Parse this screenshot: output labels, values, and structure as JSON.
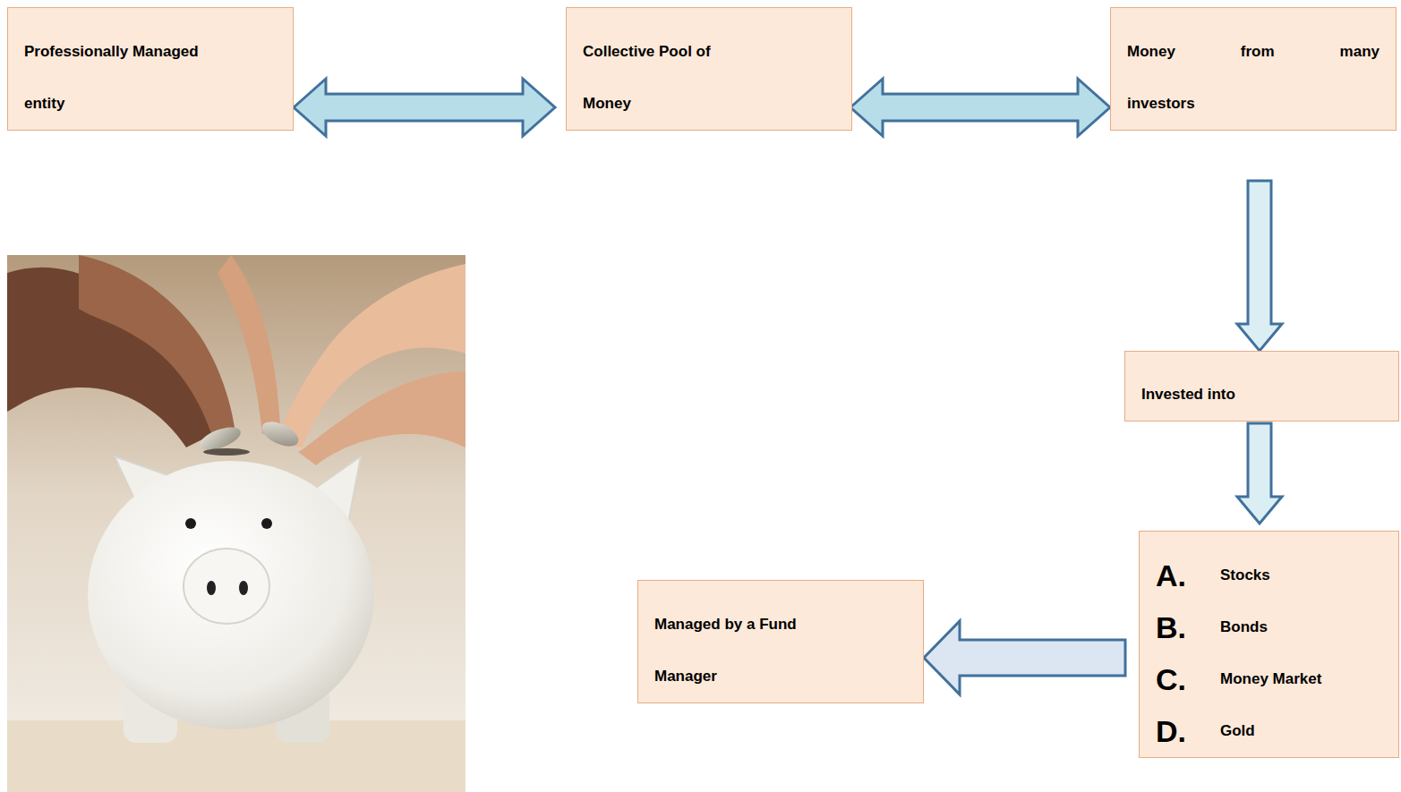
{
  "diagram": {
    "nodes": [
      {
        "text": [
          "Professionally Managed entity"
        ]
      },
      {
        "text": [
          "Collective Pool of Money"
        ]
      },
      {
        "text": [
          "Money from many investors"
        ]
      },
      {
        "text": [
          "Invested into"
        ]
      },
      {
        "text": [
          "A.",
          "Stocks",
          "B.",
          "Bonds",
          "C.",
          "Money Market",
          "D.",
          "Gold"
        ]
      },
      {
        "text": [
          "Managed by a Fund Manager"
        ]
      }
    ],
    "edges": [
      {
        "from": 0,
        "to": 1,
        "arrow": "both"
      },
      {
        "from": 1,
        "to": 2,
        "arrow": "both"
      },
      {
        "from": 2,
        "to": 3,
        "arrow": "to"
      },
      {
        "from": 3,
        "to": 4,
        "arrow": "to"
      },
      {
        "from": 4,
        "to": 5,
        "arrow": "to"
      }
    ]
  }
}
